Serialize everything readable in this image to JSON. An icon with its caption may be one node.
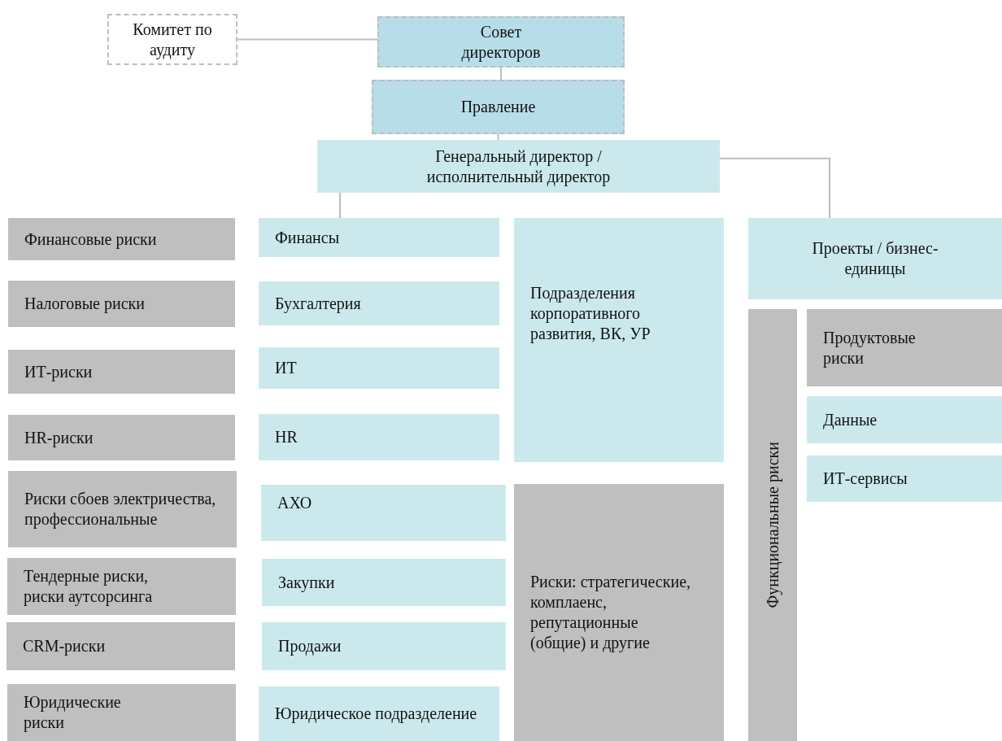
{
  "diagram": {
    "nodes": [
      {
        "text": [
          "Комитет по аудиту"
        ]
      },
      {
        "text": [
          "Совет директоров"
        ]
      },
      {
        "text": [
          "Правление"
        ]
      },
      {
        "text": [
          "Генеральный директор / исполнительный директор"
        ]
      },
      {
        "text": [
          "Финансы"
        ]
      },
      {
        "text": [
          "Бухгалтерия"
        ]
      },
      {
        "text": [
          "ИТ"
        ]
      },
      {
        "text": [
          "HR"
        ]
      },
      {
        "text": [
          "АХО"
        ]
      },
      {
        "text": [
          "Закупки"
        ]
      },
      {
        "text": [
          "Продажи"
        ]
      },
      {
        "text": [
          "Юридическое подразделение"
        ]
      },
      {
        "text": [
          "Подразделения корпоративного развития, ВК, УР"
        ]
      },
      {
        "text": [
          "Риски: стратегические, комплаенс, репутационные (общие) и другие"
        ]
      },
      {
        "text": [
          "Проекты / бизнес-единицы"
        ]
      },
      {
        "text": [
          "Функциональные риски"
        ]
      },
      {
        "text": [
          "Продуктовые риски"
        ]
      },
      {
        "text": [
          "Данные"
        ]
      },
      {
        "text": [
          "ИТ-сервисы"
        ]
      },
      {
        "text": [
          "Финансовые риски"
        ]
      },
      {
        "text": [
          "Налоговые риски"
        ]
      },
      {
        "text": [
          "ИТ-риски"
        ]
      },
      {
        "text": [
          "HR-риски"
        ]
      },
      {
        "text": [
          "Риски сбоев электричества, профессиональные"
        ]
      },
      {
        "text": [
          "Тендерные риски, риски аутсорсинга"
        ]
      },
      {
        "text": [
          "CRM-риски"
        ]
      },
      {
        "text": [
          "Юридические риски"
        ]
      }
    ],
    "edges": [
      {
        "from": 0,
        "to": 1,
        "arrow": "none"
      },
      {
        "from": 1,
        "to": 2,
        "arrow": "none"
      },
      {
        "from": 2,
        "to": 3,
        "arrow": "none"
      },
      {
        "from": 3,
        "to": 4,
        "arrow": "none"
      },
      {
        "from": 3,
        "to": 14,
        "arrow": "none"
      }
    ]
  }
}
